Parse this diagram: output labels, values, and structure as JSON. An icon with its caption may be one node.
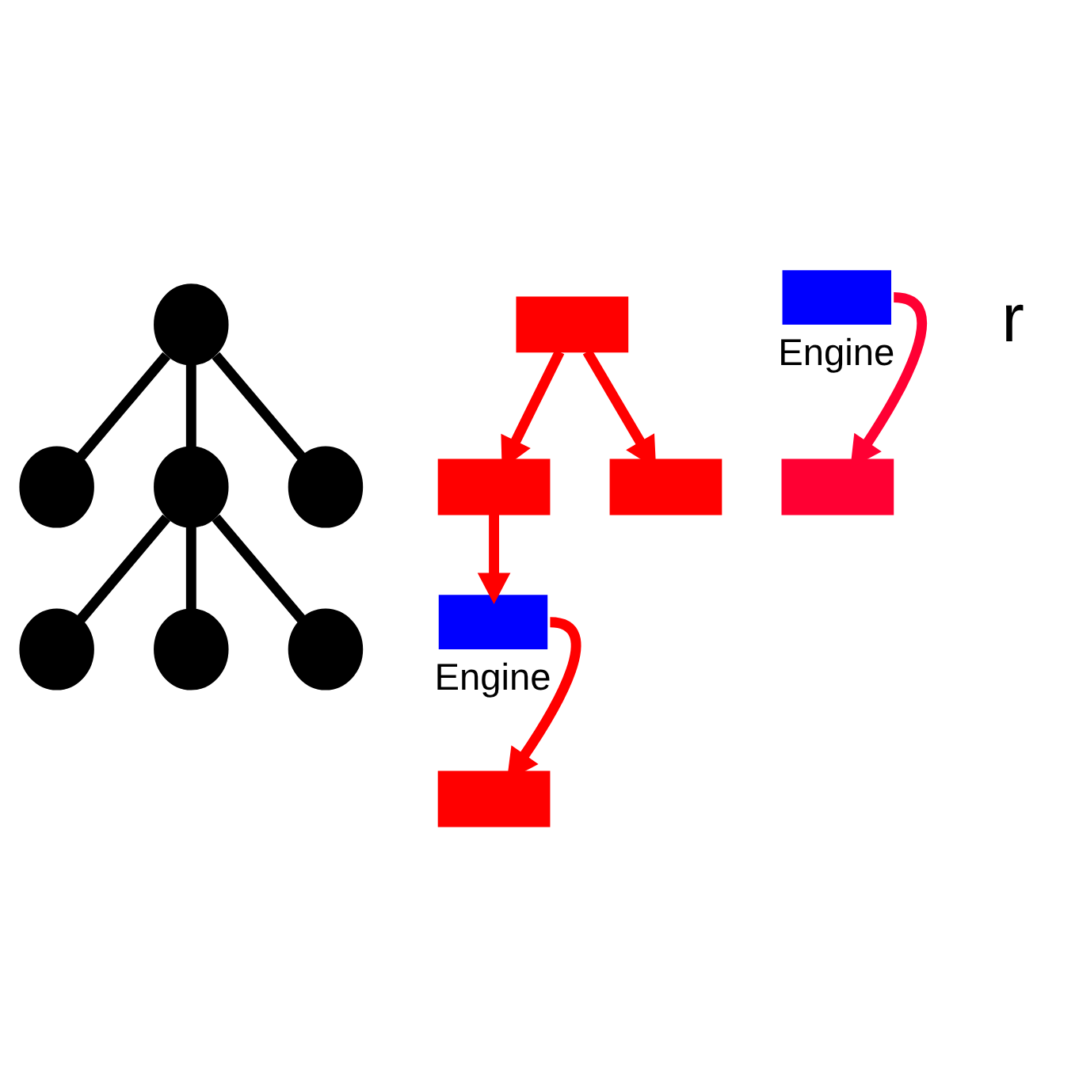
{
  "diagram": {
    "nodes": [
      {
        "text": [],
        "shape": "circle"
      },
      {
        "text": [],
        "shape": "circle"
      },
      {
        "text": [],
        "shape": "circle"
      },
      {
        "text": [],
        "shape": "circle"
      },
      {
        "text": [],
        "shape": "box"
      },
      {
        "text": [],
        "shape": "box"
      },
      {
        "text": [],
        "shape": "circle"
      },
      {
        "text": [],
        "shape": "box"
      },
      {
        "text": [],
        "shape": "box",
        "beside": [
          "Engine"
        ]
      },
      {
        "text": [],
        "shape": "circle"
      },
      {
        "text": [],
        "shape": "box"
      },
      {
        "text": [],
        "shape": "circle"
      },
      {
        "text": [],
        "shape": "box"
      },
      {
        "text": [],
        "shape": "box",
        "beside": [
          "Engine"
        ]
      }
    ],
    "edges": [
      {
        "from": 0,
        "to": 2,
        "arrow": "none"
      },
      {
        "from": 0,
        "to": 1,
        "arrow": "none"
      },
      {
        "from": 0,
        "to": 3,
        "arrow": "none"
      },
      {
        "from": 2,
        "to": 6,
        "arrow": "none"
      },
      {
        "from": 2,
        "to": 11,
        "arrow": "none"
      },
      {
        "from": 2,
        "to": 9,
        "arrow": "none"
      },
      {
        "from": 7,
        "to": 4,
        "arrow": "to",
        "color": "#ff0000"
      },
      {
        "from": 7,
        "to": 10,
        "arrow": "to",
        "color": "#ff0000"
      },
      {
        "from": 4,
        "to": 8,
        "arrow": "to",
        "color": "#ff0000"
      },
      {
        "from": 8,
        "to": 5,
        "arrow": "to",
        "color": "#ff0000"
      },
      {
        "from": 13,
        "to": 12,
        "arrow": "to",
        "color": "#ff0033"
      }
    ],
    "labels": [
      "r"
    ]
  }
}
